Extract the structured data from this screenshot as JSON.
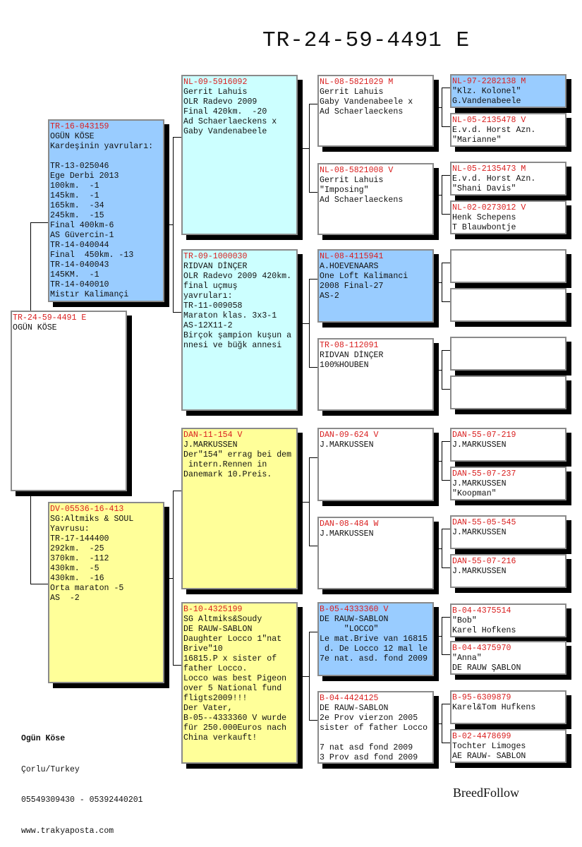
{
  "title": "TR-24-59-4491 E",
  "colors": {
    "blue": "#99ccff",
    "cyan": "#ccffff",
    "yellow": "#ffff99",
    "white": "#ffffff",
    "ring": "#d92020"
  },
  "nodes": [
    {
      "role": "subject",
      "color": "white",
      "ring": "TR-24-59-4491 E",
      "lines": [
        "OGÜN KÖSE"
      ]
    },
    {
      "role": "sire",
      "color": "blue",
      "ring": "TR-16-043159",
      "lines": [
        "OGÜN KÖSE",
        "Kardeşinin yavruları:",
        "",
        "TR-13-025046",
        "Ege Derbi 2013",
        "100km.  -1",
        "145km.  -1",
        "165km.  -34",
        "245km.  -15",
        "Final 400km-6",
        "AS Güvercin-1",
        "TR-14-040044",
        "Final  450km. -13",
        "TR-14-040043",
        "145KM.  -1",
        "TR-14-040010",
        "Mistır Kalimançi"
      ]
    },
    {
      "role": "dam",
      "color": "yellow",
      "ring": "DV-05536-16-413",
      "lines": [
        "SG:Altmiks & SOUL",
        "Yavrusu:",
        "TR-17-144400",
        "292km.  -25",
        "370km.  -112",
        "430km.  -5",
        "430km.  -16",
        "Orta maraton -5",
        "AS  -2"
      ]
    },
    {
      "role": "ss",
      "color": "cyan",
      "ring": "NL-09-5916092",
      "lines": [
        "Gerrit Lahuis",
        "OLR Radevo 2009",
        "Final 420km.  -20",
        "Ad Schaerlaeckens x",
        "Gaby Vandenabeele"
      ]
    },
    {
      "role": "sd",
      "color": "cyan",
      "ring": "TR-09-1000030",
      "lines": [
        "RIDVAN DİNÇER",
        "OLR Radevo 2009 420km.",
        "final uçmuş",
        "yavruları:",
        "TR-11-009058",
        "Maraton klas. 3x3-1",
        "AS-12X11-2",
        "Birçok şampion kuşun a",
        "nnesi ve büğk annesi"
      ]
    },
    {
      "role": "ds",
      "color": "yellow",
      "ring": "DAN-11-154 V",
      "lines": [
        "J.MARKUSSEN",
        "Der\"154\" errag bei dem",
        " intern.Rennen in",
        "Danemark 10.Preis."
      ]
    },
    {
      "role": "dd",
      "color": "yellow",
      "ring": "B-10-4325199",
      "lines": [
        "SG Altmiks&Soudy",
        "DE RAUW-SABLON",
        "Daughter Locco 1\"nat",
        "Brive\"10",
        "16815.P x sister of",
        "father Locco.",
        "Locco was best Pigeon",
        "over 5 National fund",
        "fligts2009!!!",
        "Der Vater,",
        "B-05--4333360 V wurde",
        "für 250.000Euros nach",
        "China verkauft!"
      ]
    },
    {
      "role": "sss",
      "color": "white",
      "ring": "NL-08-5821029 M",
      "lines": [
        "Gerrit Lahuis",
        "Gaby Vandenabeele x",
        "Ad Schaerlaeckens"
      ]
    },
    {
      "role": "ssd",
      "color": "white",
      "ring": "NL-08-5821008 V",
      "lines": [
        "Gerrit Lahuis",
        "\"Imposing\"",
        "Ad Schaerlaeckens"
      ]
    },
    {
      "role": "sds",
      "color": "blue",
      "ring": "NL-08-4115941",
      "lines": [
        "A.HOEVENAARS",
        "One Loft Kalimanci",
        "2008 Final-27",
        "AS-2"
      ]
    },
    {
      "role": "sdd",
      "color": "white",
      "ring": "TR-08-112091",
      "lines": [
        "RIDVAN DİNÇER",
        "100%HOUBEN"
      ]
    },
    {
      "role": "dss",
      "color": "white",
      "ring": "DAN-09-624 V",
      "lines": [
        "J.MARKUSSEN"
      ]
    },
    {
      "role": "dsd",
      "color": "white",
      "ring": "DAN-08-484 W",
      "lines": [
        "J.MARKUSSEN"
      ]
    },
    {
      "role": "dds",
      "color": "blue",
      "ring": "B-05-4333360 V",
      "lines": [
        "DE RAUW-SABLON",
        "     \"LOCCO\"",
        "Le mat.Brive van 16815",
        " d. De Locco 12 mal le",
        "7e nat. asd. fond 2009"
      ]
    },
    {
      "role": "ddd",
      "color": "white",
      "ring": "B-04-4424125",
      "lines": [
        "DE RAUW-SABLON",
        "2e Prov vierzon 2005",
        "sister of father Locco",
        "",
        "7 nat asd fond 2009",
        "3 Prov asd fond 2009"
      ]
    },
    {
      "role": "ssss",
      "color": "blue",
      "ring": "NL-97-2282138 M",
      "lines": [
        "\"Klz. Kolonel\"",
        "G.Vandenabeele"
      ]
    },
    {
      "role": "sssd",
      "color": "white",
      "ring": "NL-05-2135478 V",
      "lines": [
        "E.v.d. Horst Azn.",
        "\"Marianne\""
      ]
    },
    {
      "role": "ssds",
      "color": "white",
      "ring": "NL-05-2135473 M",
      "lines": [
        "E.v.d. Horst Azn.",
        "\"Shani Davis\""
      ]
    },
    {
      "role": "ssdd",
      "color": "white",
      "ring": "NL-02-0273012 V",
      "lines": [
        "Henk Schepens",
        "T Blauwbontje"
      ]
    },
    {
      "role": "sdss",
      "color": "white",
      "ring": "",
      "lines": []
    },
    {
      "role": "sdsd",
      "color": "white",
      "ring": "",
      "lines": []
    },
    {
      "role": "sdds",
      "color": "white",
      "ring": "",
      "lines": []
    },
    {
      "role": "sddd",
      "color": "white",
      "ring": "",
      "lines": []
    },
    {
      "role": "dsss",
      "color": "white",
      "ring": "DAN-55-07-219",
      "lines": [
        "J.MARKUSSEN"
      ]
    },
    {
      "role": "dssd",
      "color": "white",
      "ring": "DAN-55-07-237",
      "lines": [
        "J.MARKUSSEN",
        "\"Koopman\""
      ]
    },
    {
      "role": "dsds",
      "color": "white",
      "ring": "DAN-55-05-545",
      "lines": [
        "J.MARKUSSEN"
      ]
    },
    {
      "role": "dsdd",
      "color": "white",
      "ring": "DAN-55-07-216",
      "lines": [
        "J.MARKUSSEN"
      ]
    },
    {
      "role": "ddss",
      "color": "white",
      "ring": "B-04-4375514",
      "lines": [
        "\"Bob\"",
        "Karel Hofkens"
      ]
    },
    {
      "role": "ddsd",
      "color": "white",
      "ring": "B-04-4375970",
      "lines": [
        "\"Anna\"",
        "DE RAUW ŞABLON"
      ]
    },
    {
      "role": "ddds",
      "color": "white",
      "ring": "B-95-6309879",
      "lines": [
        "Karel&Tom Hufkens"
      ]
    },
    {
      "role": "dddd",
      "color": "white",
      "ring": "B-02-4478699",
      "lines": [
        "Tochter Limoges",
        "AE RAUW- SABLON"
      ]
    }
  ],
  "contact": {
    "name": "Ogün Köse",
    "city": "Çorlu/Turkey",
    "phones": "05549309430 - 05392440201",
    "web": "www.trakyaposta.com"
  },
  "brand": "BreedFollow"
}
